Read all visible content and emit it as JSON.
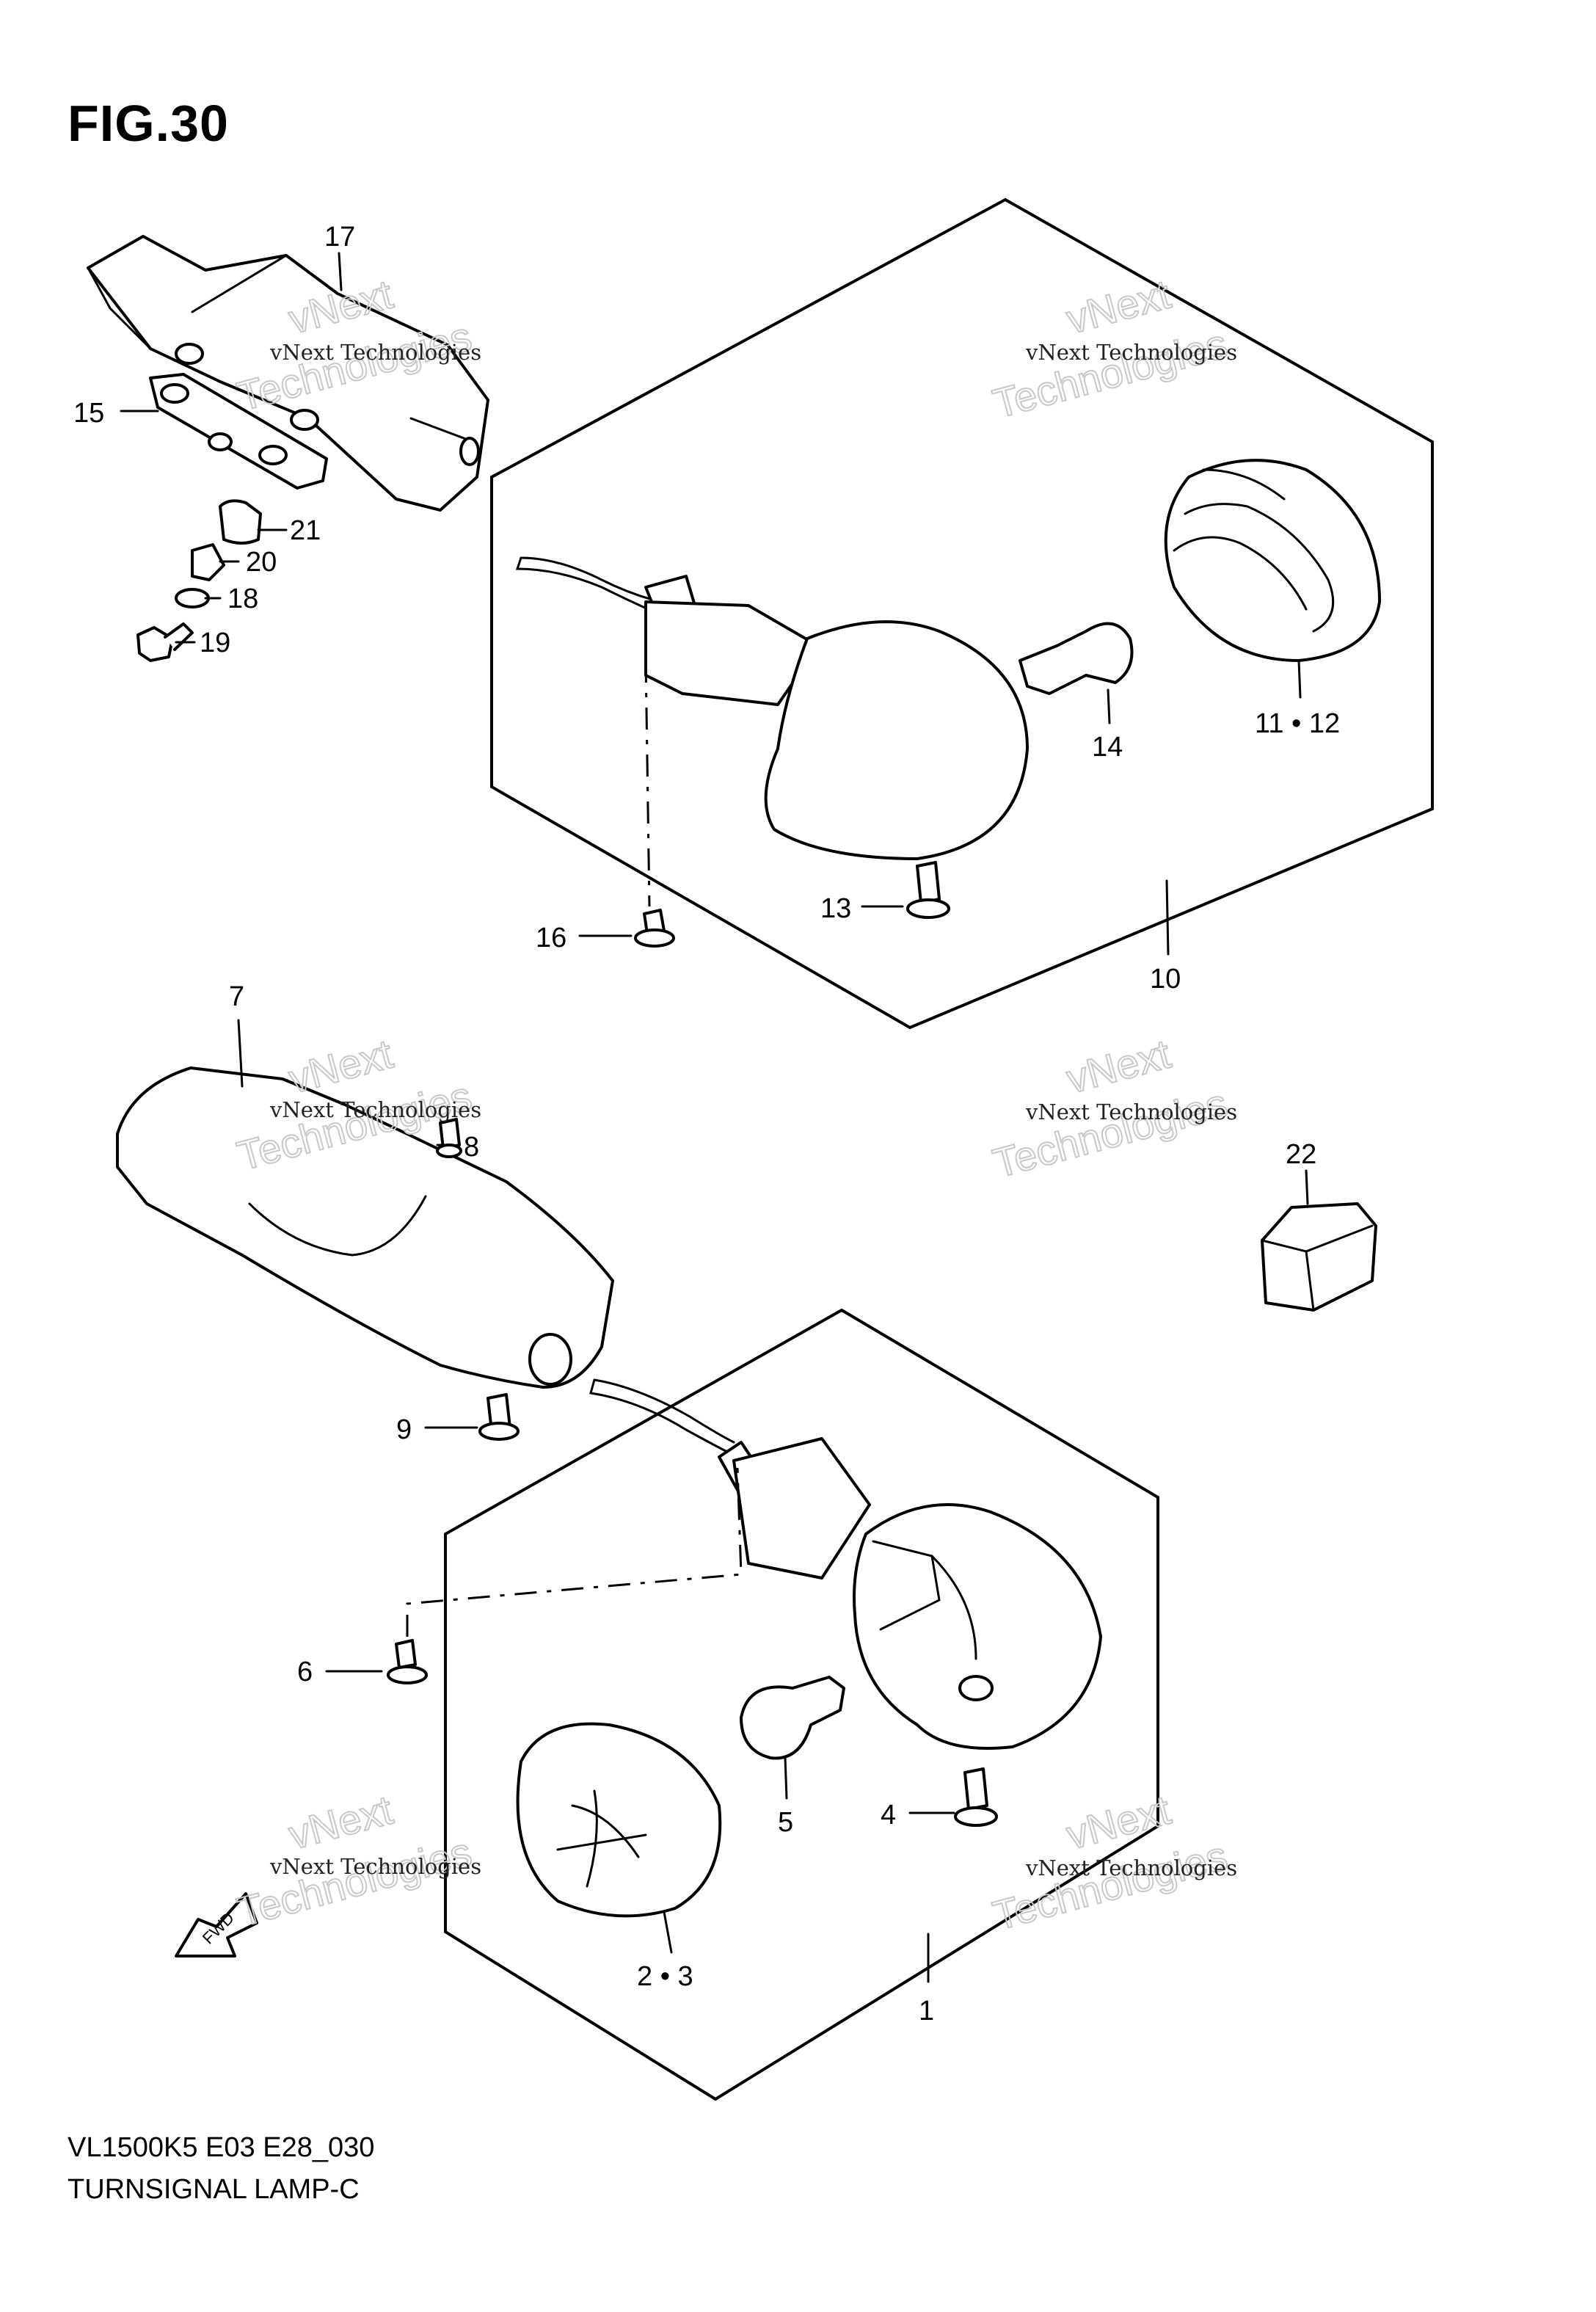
{
  "figure": {
    "title": "FIG.30",
    "model_code": "VL1500K5  E03  E28_030",
    "caption": "TURNSIGNAL LAMP-C"
  },
  "watermark": {
    "line1": "vNext Technologies",
    "outline_top": "vNext",
    "outline_bottom": "Technologies"
  },
  "fwd_label": "FWD",
  "callouts": [
    {
      "id": "c1",
      "label": "1"
    },
    {
      "id": "c23",
      "label": "2 • 3"
    },
    {
      "id": "c4",
      "label": "4"
    },
    {
      "id": "c5",
      "label": "5"
    },
    {
      "id": "c6",
      "label": "6"
    },
    {
      "id": "c7",
      "label": "7"
    },
    {
      "id": "c8",
      "label": "8"
    },
    {
      "id": "c9",
      "label": "9"
    },
    {
      "id": "c10",
      "label": "10"
    },
    {
      "id": "c1112",
      "label": "11 • 12"
    },
    {
      "id": "c13",
      "label": "13"
    },
    {
      "id": "c14",
      "label": "14"
    },
    {
      "id": "c15",
      "label": "15"
    },
    {
      "id": "c16",
      "label": "16"
    },
    {
      "id": "c17",
      "label": "17"
    },
    {
      "id": "c18",
      "label": "18"
    },
    {
      "id": "c19",
      "label": "19"
    },
    {
      "id": "c20",
      "label": "20"
    },
    {
      "id": "c21",
      "label": "21"
    },
    {
      "id": "c22",
      "label": "22"
    }
  ]
}
